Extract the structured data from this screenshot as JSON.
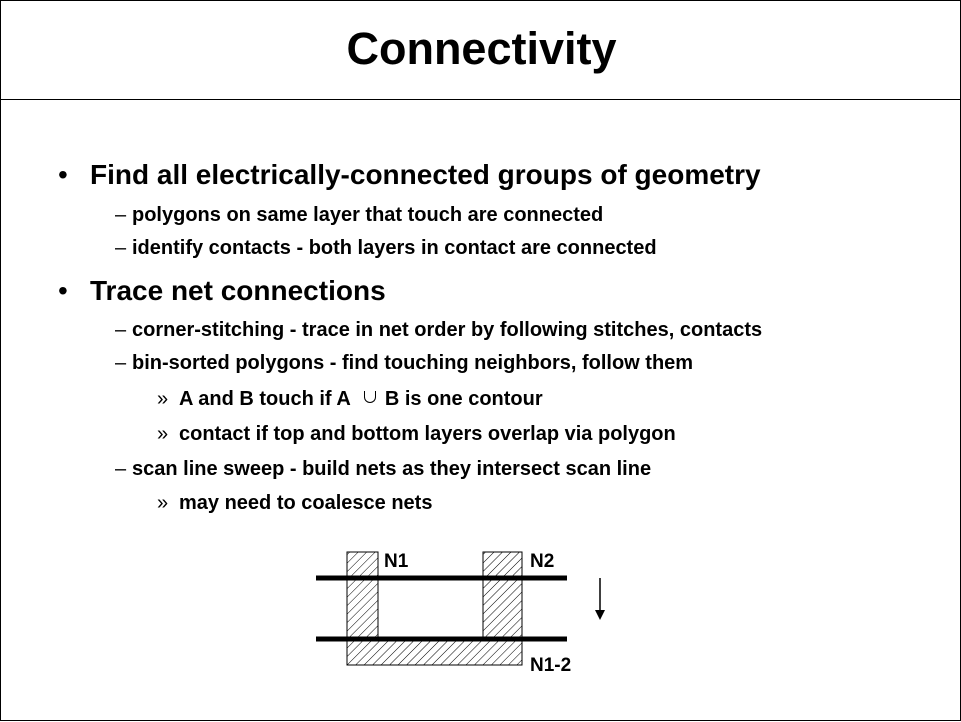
{
  "title": "Connectivity",
  "bullets": [
    {
      "text": "Find all electrically-connected groups of geometry",
      "subs": [
        "polygons on same layer that touch are connected",
        "identify contacts - both layers in contact are connected"
      ]
    },
    {
      "text": "Trace net connections",
      "subs": [
        "corner-stitching - trace in net order by following stitches, contacts",
        "bin-sorted polygons - find touching neighbors, follow them",
        "scan line sweep - build nets as they intersect scan line"
      ],
      "subsubs_bin_sorted": [
        {
          "before": "A and B touch if A",
          "after": "B is one contour"
        },
        "contact if top and bottom layers overlap via polygon"
      ],
      "subsubs_scan": [
        "may need to coalesce nets"
      ]
    }
  ],
  "markers": {
    "level1": "•",
    "level2": "–",
    "level3": "»"
  },
  "diagram": {
    "label_n1": "N1",
    "label_n2": "N2",
    "label_merged": "N1-2"
  }
}
